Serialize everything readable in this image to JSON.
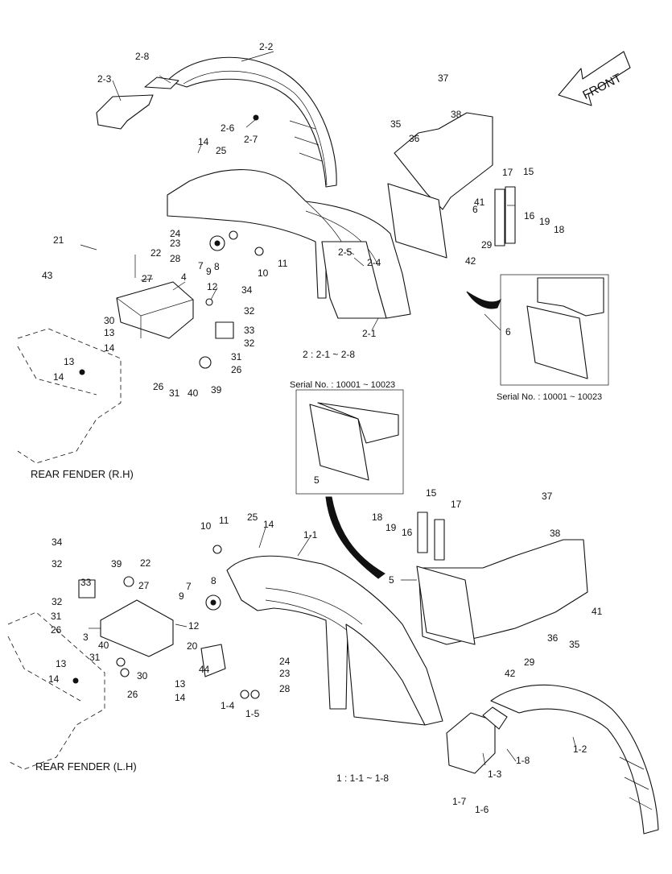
{
  "front_label": "FRONT",
  "rh": {
    "caption": "REAR FENDER (R.H)",
    "group_note": "2 : 2-1 ~ 2-8",
    "serial_note": "Serial No. : 10001 ~ 10023",
    "callouts": [
      "2-1",
      "2-2",
      "2-3",
      "2-4",
      "2-5",
      "2-6",
      "2-7",
      "2-8",
      "4",
      "6",
      "7",
      "8",
      "9",
      "10",
      "11",
      "12",
      "13",
      "13",
      "14",
      "14",
      "14",
      "15",
      "16",
      "17",
      "18",
      "19",
      "21",
      "22",
      "23",
      "24",
      "25",
      "26",
      "26",
      "27",
      "28",
      "29",
      "30",
      "31",
      "31",
      "32",
      "32",
      "33",
      "34",
      "35",
      "36",
      "37",
      "38",
      "39",
      "40",
      "41",
      "42",
      "43"
    ],
    "inset_callout": "6"
  },
  "lh": {
    "caption": "REAR FENDER (L.H)",
    "group_note": "1 : 1-1 ~ 1-8",
    "serial_note": "Serial No. : 10001 ~ 10023",
    "callouts": [
      "1-1",
      "1-2",
      "1-3",
      "1-4",
      "1-5",
      "1-6",
      "1-7",
      "1-8",
      "3",
      "5",
      "7",
      "8",
      "9",
      "10",
      "11",
      "12",
      "13",
      "13",
      "14",
      "14",
      "14",
      "15",
      "16",
      "17",
      "18",
      "19",
      "20",
      "22",
      "23",
      "24",
      "25",
      "26",
      "26",
      "27",
      "28",
      "29",
      "30",
      "31",
      "31",
      "32",
      "32",
      "33",
      "34",
      "35",
      "36",
      "37",
      "38",
      "39",
      "40",
      "41",
      "42",
      "44"
    ],
    "inset_callout": "5"
  }
}
